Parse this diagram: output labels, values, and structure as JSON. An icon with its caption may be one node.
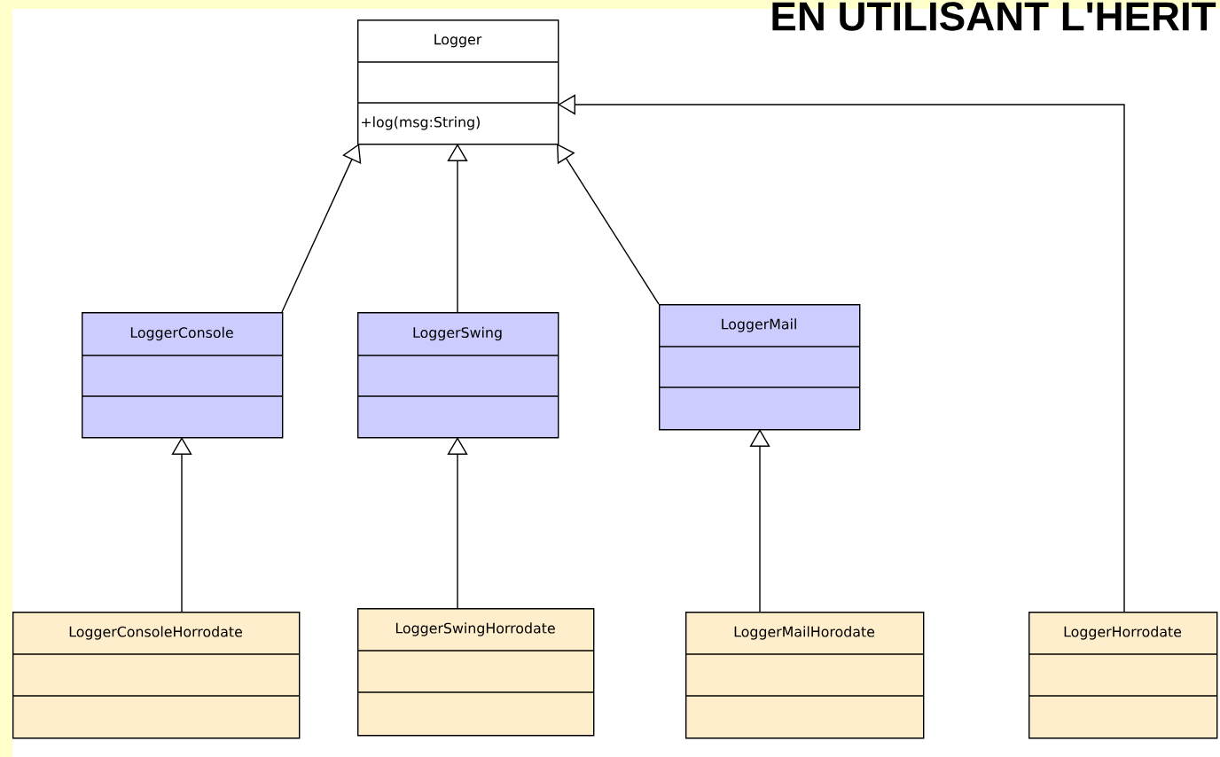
{
  "diagram": {
    "title": "EN UTILISANT L'HERIT",
    "nodes": [
      {
        "text": [
          "Logger",
          "+log(msg:String)"
        ]
      },
      {
        "text": [
          "LoggerConsole"
        ]
      },
      {
        "text": [
          "LoggerSwing"
        ]
      },
      {
        "text": [
          "LoggerMail"
        ]
      },
      {
        "text": [
          "LoggerConsoleHorrodate"
        ]
      },
      {
        "text": [
          "LoggerSwingHorrodate"
        ]
      },
      {
        "text": [
          "LoggerMailHorodate"
        ]
      },
      {
        "text": [
          "LoggerHorrodate"
        ]
      }
    ],
    "edges": [
      {
        "from": 1,
        "to": 0,
        "arrow": "to"
      },
      {
        "from": 2,
        "to": 0,
        "arrow": "to"
      },
      {
        "from": 3,
        "to": 0,
        "arrow": "to"
      },
      {
        "from": 4,
        "to": 1,
        "arrow": "to"
      },
      {
        "from": 5,
        "to": 2,
        "arrow": "to"
      },
      {
        "from": 6,
        "to": 3,
        "arrow": "to"
      },
      {
        "from": 7,
        "to": 0,
        "arrow": "to"
      }
    ]
  }
}
